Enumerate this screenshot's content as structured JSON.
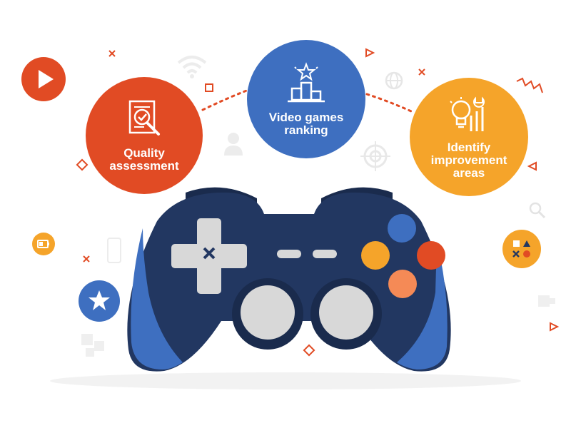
{
  "circles": {
    "quality": {
      "label": "Quality\nassessment",
      "icon": "document-search-icon",
      "color": "#e14b24"
    },
    "ranking": {
      "label": "Video games\nranking",
      "icon": "podium-star-icon",
      "color": "#3e6fc0"
    },
    "improvement": {
      "label": "Identify\nimprovement\nareas",
      "icon": "lightbulb-tools-icon",
      "color": "#f5a42a"
    }
  },
  "controller": {
    "body_color": "#223761",
    "accent_color": "#3e6fc0",
    "buttons": [
      "blue",
      "orange",
      "red",
      "peach"
    ],
    "button_colors": {
      "blue": "#3e6fc0",
      "orange": "#f5a42a",
      "red": "#e14b24",
      "peach": "#f58a56"
    }
  },
  "decor_icons": [
    "play-icon",
    "wifi-icon",
    "globe-icon",
    "user-icon",
    "target-icon",
    "search-icon",
    "battery-icon",
    "phone-icon",
    "star-icon",
    "shapes-icon",
    "puzzle-icon",
    "triangle-icon",
    "square-icon",
    "cross-icon",
    "zigzag-icon"
  ]
}
